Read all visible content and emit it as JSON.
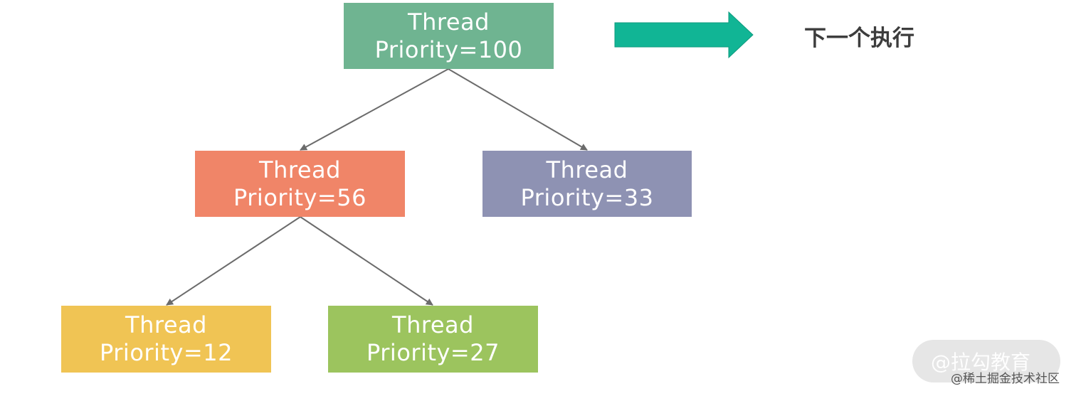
{
  "colors": {
    "root": "#6fb491",
    "left": "#f08568",
    "right": "#8e92b3",
    "left_left": "#f0c454",
    "left_right": "#9cc45e",
    "edge": "#6b6b6b",
    "arrow": "#11b595"
  },
  "nodes": {
    "root": {
      "line1": "Thread",
      "line2": "Priority=100"
    },
    "left": {
      "line1": "Thread",
      "line2": "Priority=56"
    },
    "right": {
      "line1": "Thread",
      "line2": "Priority=33"
    },
    "left_left": {
      "line1": "Thread",
      "line2": "Priority=12"
    },
    "left_right": {
      "line1": "Thread",
      "line2": "Priority=27"
    }
  },
  "next_label": "下一个执行",
  "watermark": {
    "main": "@拉勾教育",
    "sub": "@稀土掘金技术社区"
  }
}
